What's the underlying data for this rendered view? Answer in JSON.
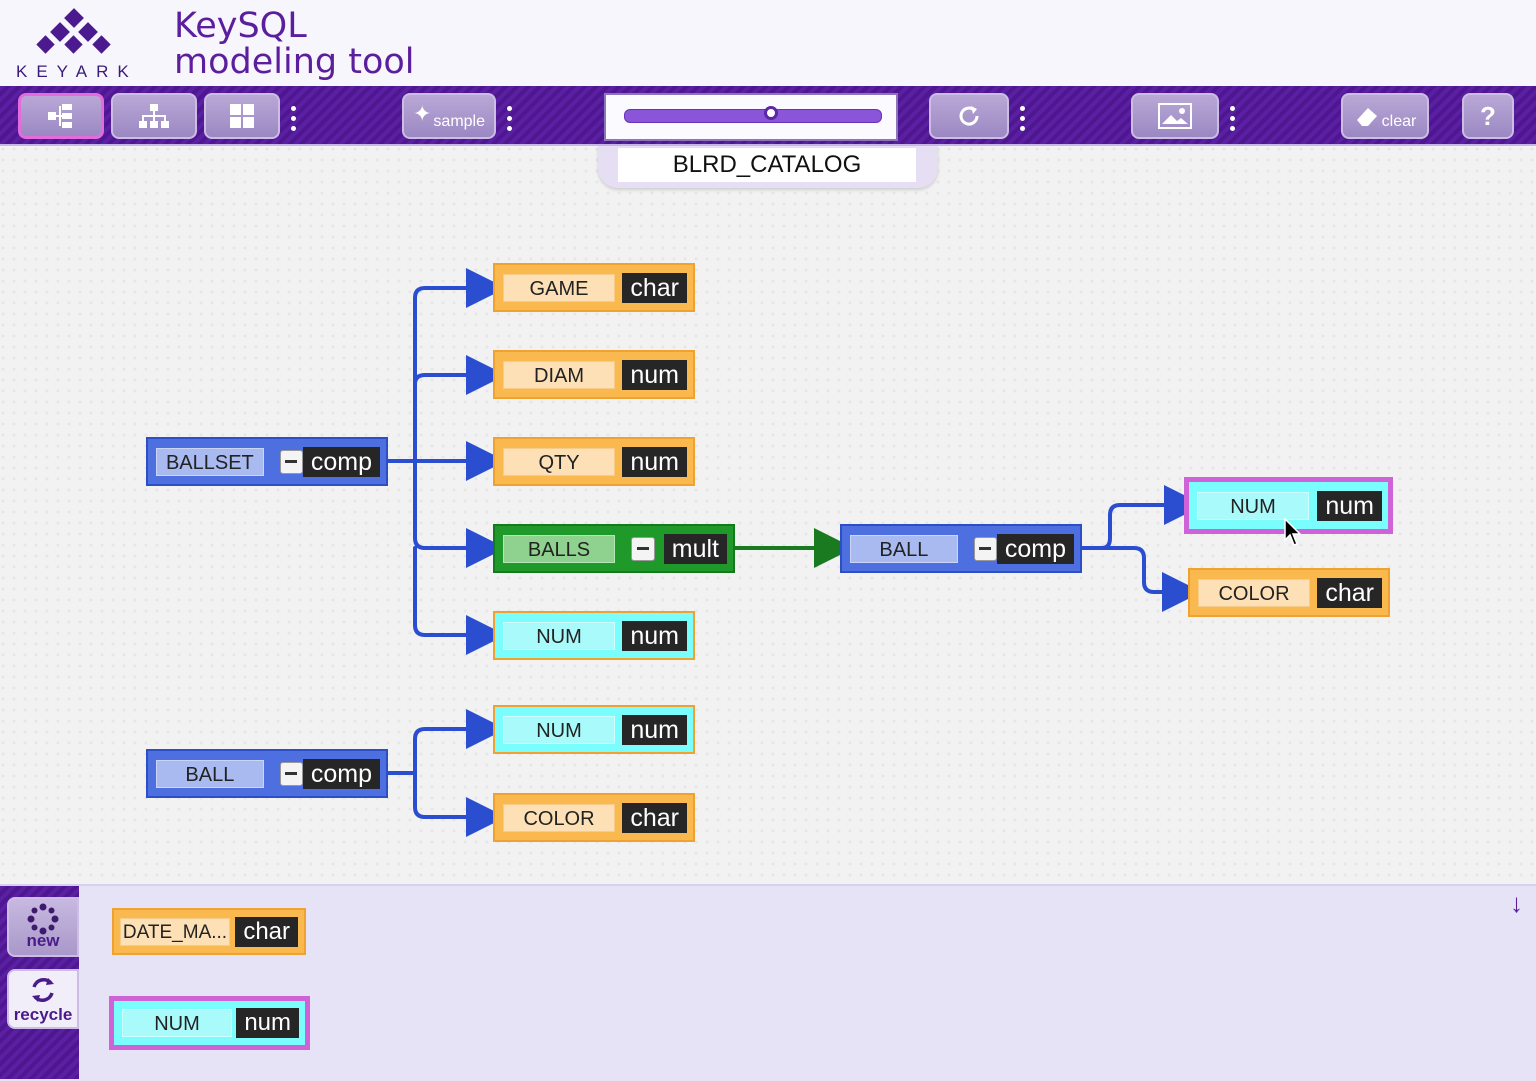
{
  "header": {
    "logo_text": "KEYARK",
    "title_line1": "KeySQL",
    "title_line2": "modeling tool"
  },
  "toolbar": {
    "sample_label": "sample",
    "clear_label": "clear",
    "help_label": "?",
    "zoom_level": 0.57
  },
  "model": {
    "name": "BLRD_CATALOG"
  },
  "nodes": {
    "ballset": {
      "name": "BALLSET",
      "type": "comp"
    },
    "game": {
      "name": "GAME",
      "type": "char"
    },
    "diam": {
      "name": "DIAM",
      "type": "num"
    },
    "qty": {
      "name": "QTY",
      "type": "num"
    },
    "balls": {
      "name": "BALLS",
      "type": "mult"
    },
    "num1": {
      "name": "NUM",
      "type": "num"
    },
    "ball1": {
      "name": "BALL",
      "type": "comp"
    },
    "ball1_num": {
      "name": "NUM",
      "type": "num"
    },
    "ball1_color": {
      "name": "COLOR",
      "type": "char"
    },
    "ball2": {
      "name": "BALL",
      "type": "comp"
    },
    "ball2_num": {
      "name": "NUM",
      "type": "num"
    },
    "ball2_color": {
      "name": "COLOR",
      "type": "char"
    }
  },
  "palette": {
    "new_label": "new",
    "recycle_label": "recycle",
    "items": [
      {
        "name": "DATE_MA...",
        "type": "char"
      },
      {
        "name": "NUM",
        "type": "num"
      }
    ]
  },
  "colors": {
    "brand_purple": "#5b1fa3",
    "comp": "#4d6fe0",
    "attr": "#f9b94e",
    "mult": "#1f9a2a",
    "key": "#79fdfd",
    "selected": "#cf62d6"
  }
}
